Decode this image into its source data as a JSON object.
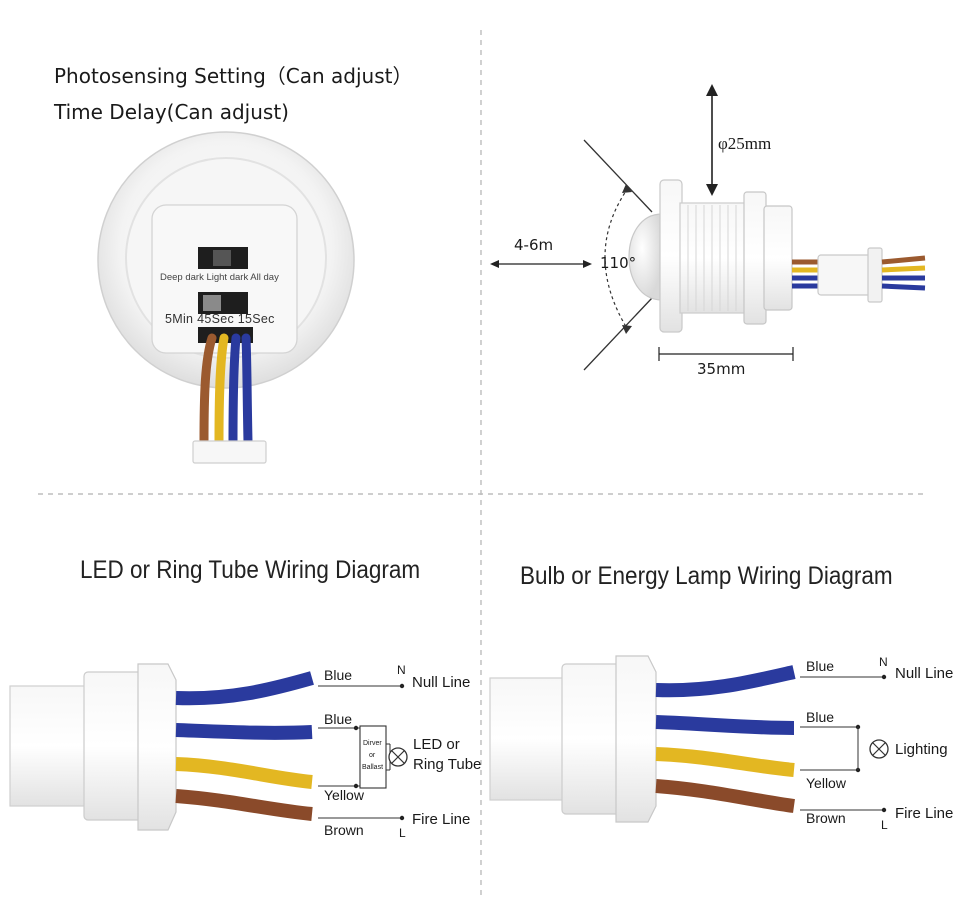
{
  "colors": {
    "blue": "#2a3a9e",
    "yellow": "#e3b722",
    "brown": "#8a4a2a",
    "wire_brown_top": "#9b5a2f",
    "divider": "#bdbdbd",
    "housing": "#f2f2f2"
  },
  "top_left": {
    "line1": "Photosensing Setting（Can adjust）",
    "line2": "Time Delay(Can adjust)",
    "light_label": "Deep dark Light dark All day",
    "time_label": "5Min 45Sec 15Sec"
  },
  "top_right": {
    "diameter": "φ25mm",
    "range": "4-6m",
    "angle": "110°",
    "length": "35mm"
  },
  "left_diagram": {
    "title": "LED or Ring Tube Wiring Diagram",
    "blue1": "Blue",
    "blue2": "Blue",
    "yellow": "Yellow",
    "brown": "Brown",
    "n_mark": "N",
    "l_mark": "L",
    "null_line": "Null Line",
    "fire_line": "Fire Line",
    "driver": [
      "Dirver",
      "or",
      "Ballast"
    ],
    "load_line1": "LED or",
    "load_line2": "Ring Tube"
  },
  "right_diagram": {
    "title": "Bulb or Energy Lamp Wiring Diagram",
    "blue1": "Blue",
    "blue2": "Blue",
    "yellow": "Yellow",
    "brown": "Brown",
    "n_mark": "N",
    "l_mark": "L",
    "null_line": "Null Line",
    "fire_line": "Fire Line",
    "lamp": "Lighting"
  }
}
